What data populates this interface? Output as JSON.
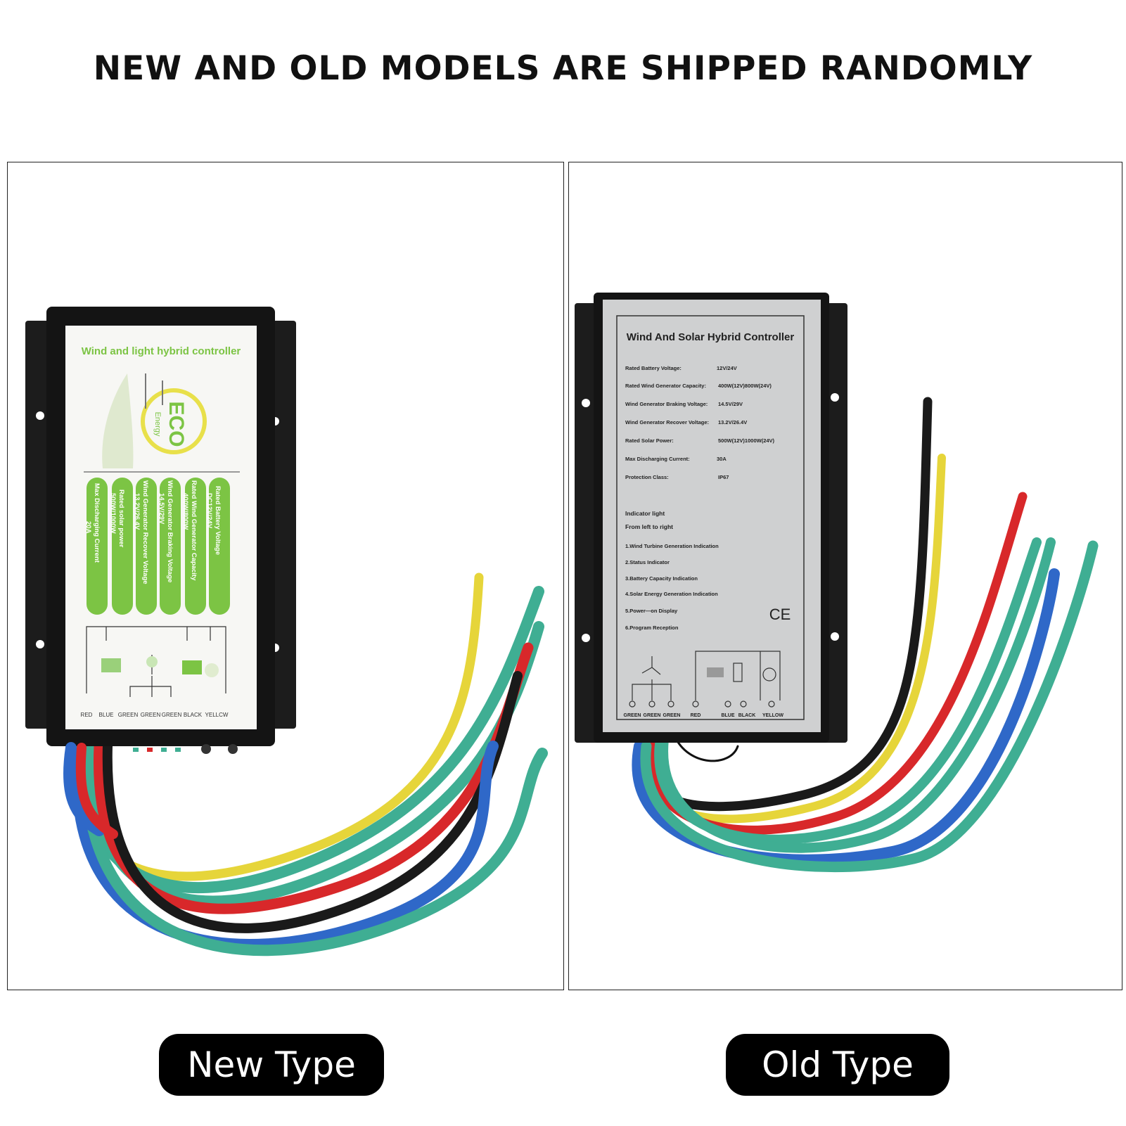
{
  "headline": "NEW AND OLD MODELS ARE SHIPPED RANDOMLY",
  "new_label": {
    "title": "Wind and light hybrid controller",
    "eco": "ECO",
    "energy": "Energy",
    "specs": [
      {
        "name": "Rated Battery Voltage",
        "value": "DC12V/24V"
      },
      {
        "name": "Rated Wind Generator Capacity",
        "value": "400W/800W"
      },
      {
        "name": "Wind Generator Braking Voltage",
        "value": "14.5V/29V"
      },
      {
        "name": "Wind Generator Recover Voltage",
        "value": "13.2V/26.4V"
      },
      {
        "name": "Rated solar power",
        "value": "500W/1000W"
      },
      {
        "name": "Max Discharging Current",
        "value": "20A"
      }
    ],
    "terminals": [
      "RED",
      "BLUE",
      "GREEN",
      "GREEN",
      "GREEN",
      "BLACK",
      "YELLCW"
    ]
  },
  "old_label": {
    "title": "Wind And Solar Hybrid Controller",
    "specs": [
      {
        "name": "Rated Battery Voltage:",
        "value": "12V/24V"
      },
      {
        "name": "Rated Wind Generator Capacity:",
        "value": "400W(12V)800W(24V)"
      },
      {
        "name": "Wind Generator Braking Voltage:",
        "value": "14.5V/29V"
      },
      {
        "name": "Wind Generator Recover Voltage:",
        "value": "13.2V/26.4V"
      },
      {
        "name": "Rated Solar Power:",
        "value": "500W(12V)1000W(24V)"
      },
      {
        "name": "Max Discharging Current:",
        "value": "30A"
      },
      {
        "name": "Protection Class:",
        "value": "IP67"
      }
    ],
    "indicator_title": "Indicator light",
    "indicator_subtitle": "From left to right",
    "indicators": [
      "1.Wind Turbine Generation Indication",
      "2.Status Indicator",
      "3.Battery Capacity Indication",
      "4.Solar Energy Generation Indication",
      "5.Power—on Display",
      "6.Program Reception"
    ],
    "ce": "CE",
    "terminals": [
      "GREEN",
      "GREEN",
      "GREEN",
      "RED",
      "BLUE",
      "BLACK",
      "YELLOW"
    ]
  },
  "captions": {
    "new": "New Type",
    "old": "Old Type"
  },
  "colors": {
    "label_green": "#7cc444",
    "wire_yellow": "#e6d53a",
    "wire_green": "#3fae93",
    "wire_red": "#d8282a",
    "wire_black": "#1a1a1a",
    "wire_blue": "#2f68c8",
    "housing": "#141414"
  }
}
